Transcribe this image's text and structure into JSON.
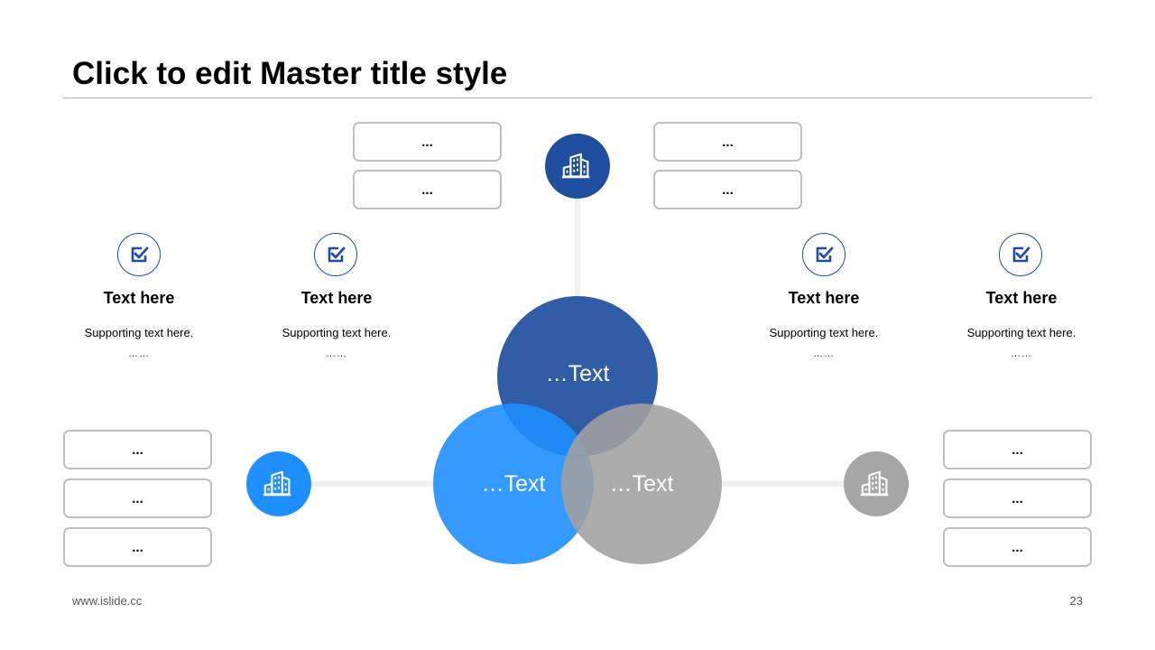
{
  "slide": {
    "title": "Click to edit Master title style",
    "footer_url": "www.islide.cc",
    "page_number": "23"
  },
  "colors": {
    "dark_blue": "#1f4e9e",
    "mid_blue": "#2f5fad",
    "bright_blue": "#1e8fff",
    "gray": "#a6a6a6",
    "box_border": "#bfbfbf"
  },
  "top_left_boxes": [
    "...",
    "..."
  ],
  "top_right_boxes": [
    "...",
    "..."
  ],
  "left_boxes": [
    "...",
    "...",
    "..."
  ],
  "right_boxes": [
    "...",
    "...",
    "..."
  ],
  "columns": [
    {
      "title": "Text here",
      "subtitle": "Supporting text here.",
      "dots": "……",
      "icon": "checkbox-icon"
    },
    {
      "title": "Text here",
      "subtitle": "Supporting text here.",
      "dots": "……",
      "icon": "checkbox-icon"
    },
    {
      "title": "Text here",
      "subtitle": "Supporting text here.",
      "dots": "……",
      "icon": "checkbox-icon"
    },
    {
      "title": "Text here",
      "subtitle": "Supporting text here.",
      "dots": "……",
      "icon": "checkbox-icon"
    }
  ],
  "venn": {
    "top": "…Text",
    "left": "…Text",
    "right": "…Text"
  },
  "hubs": {
    "top": {
      "icon": "building-icon"
    },
    "left": {
      "icon": "building-icon"
    },
    "right": {
      "icon": "building-icon"
    }
  }
}
